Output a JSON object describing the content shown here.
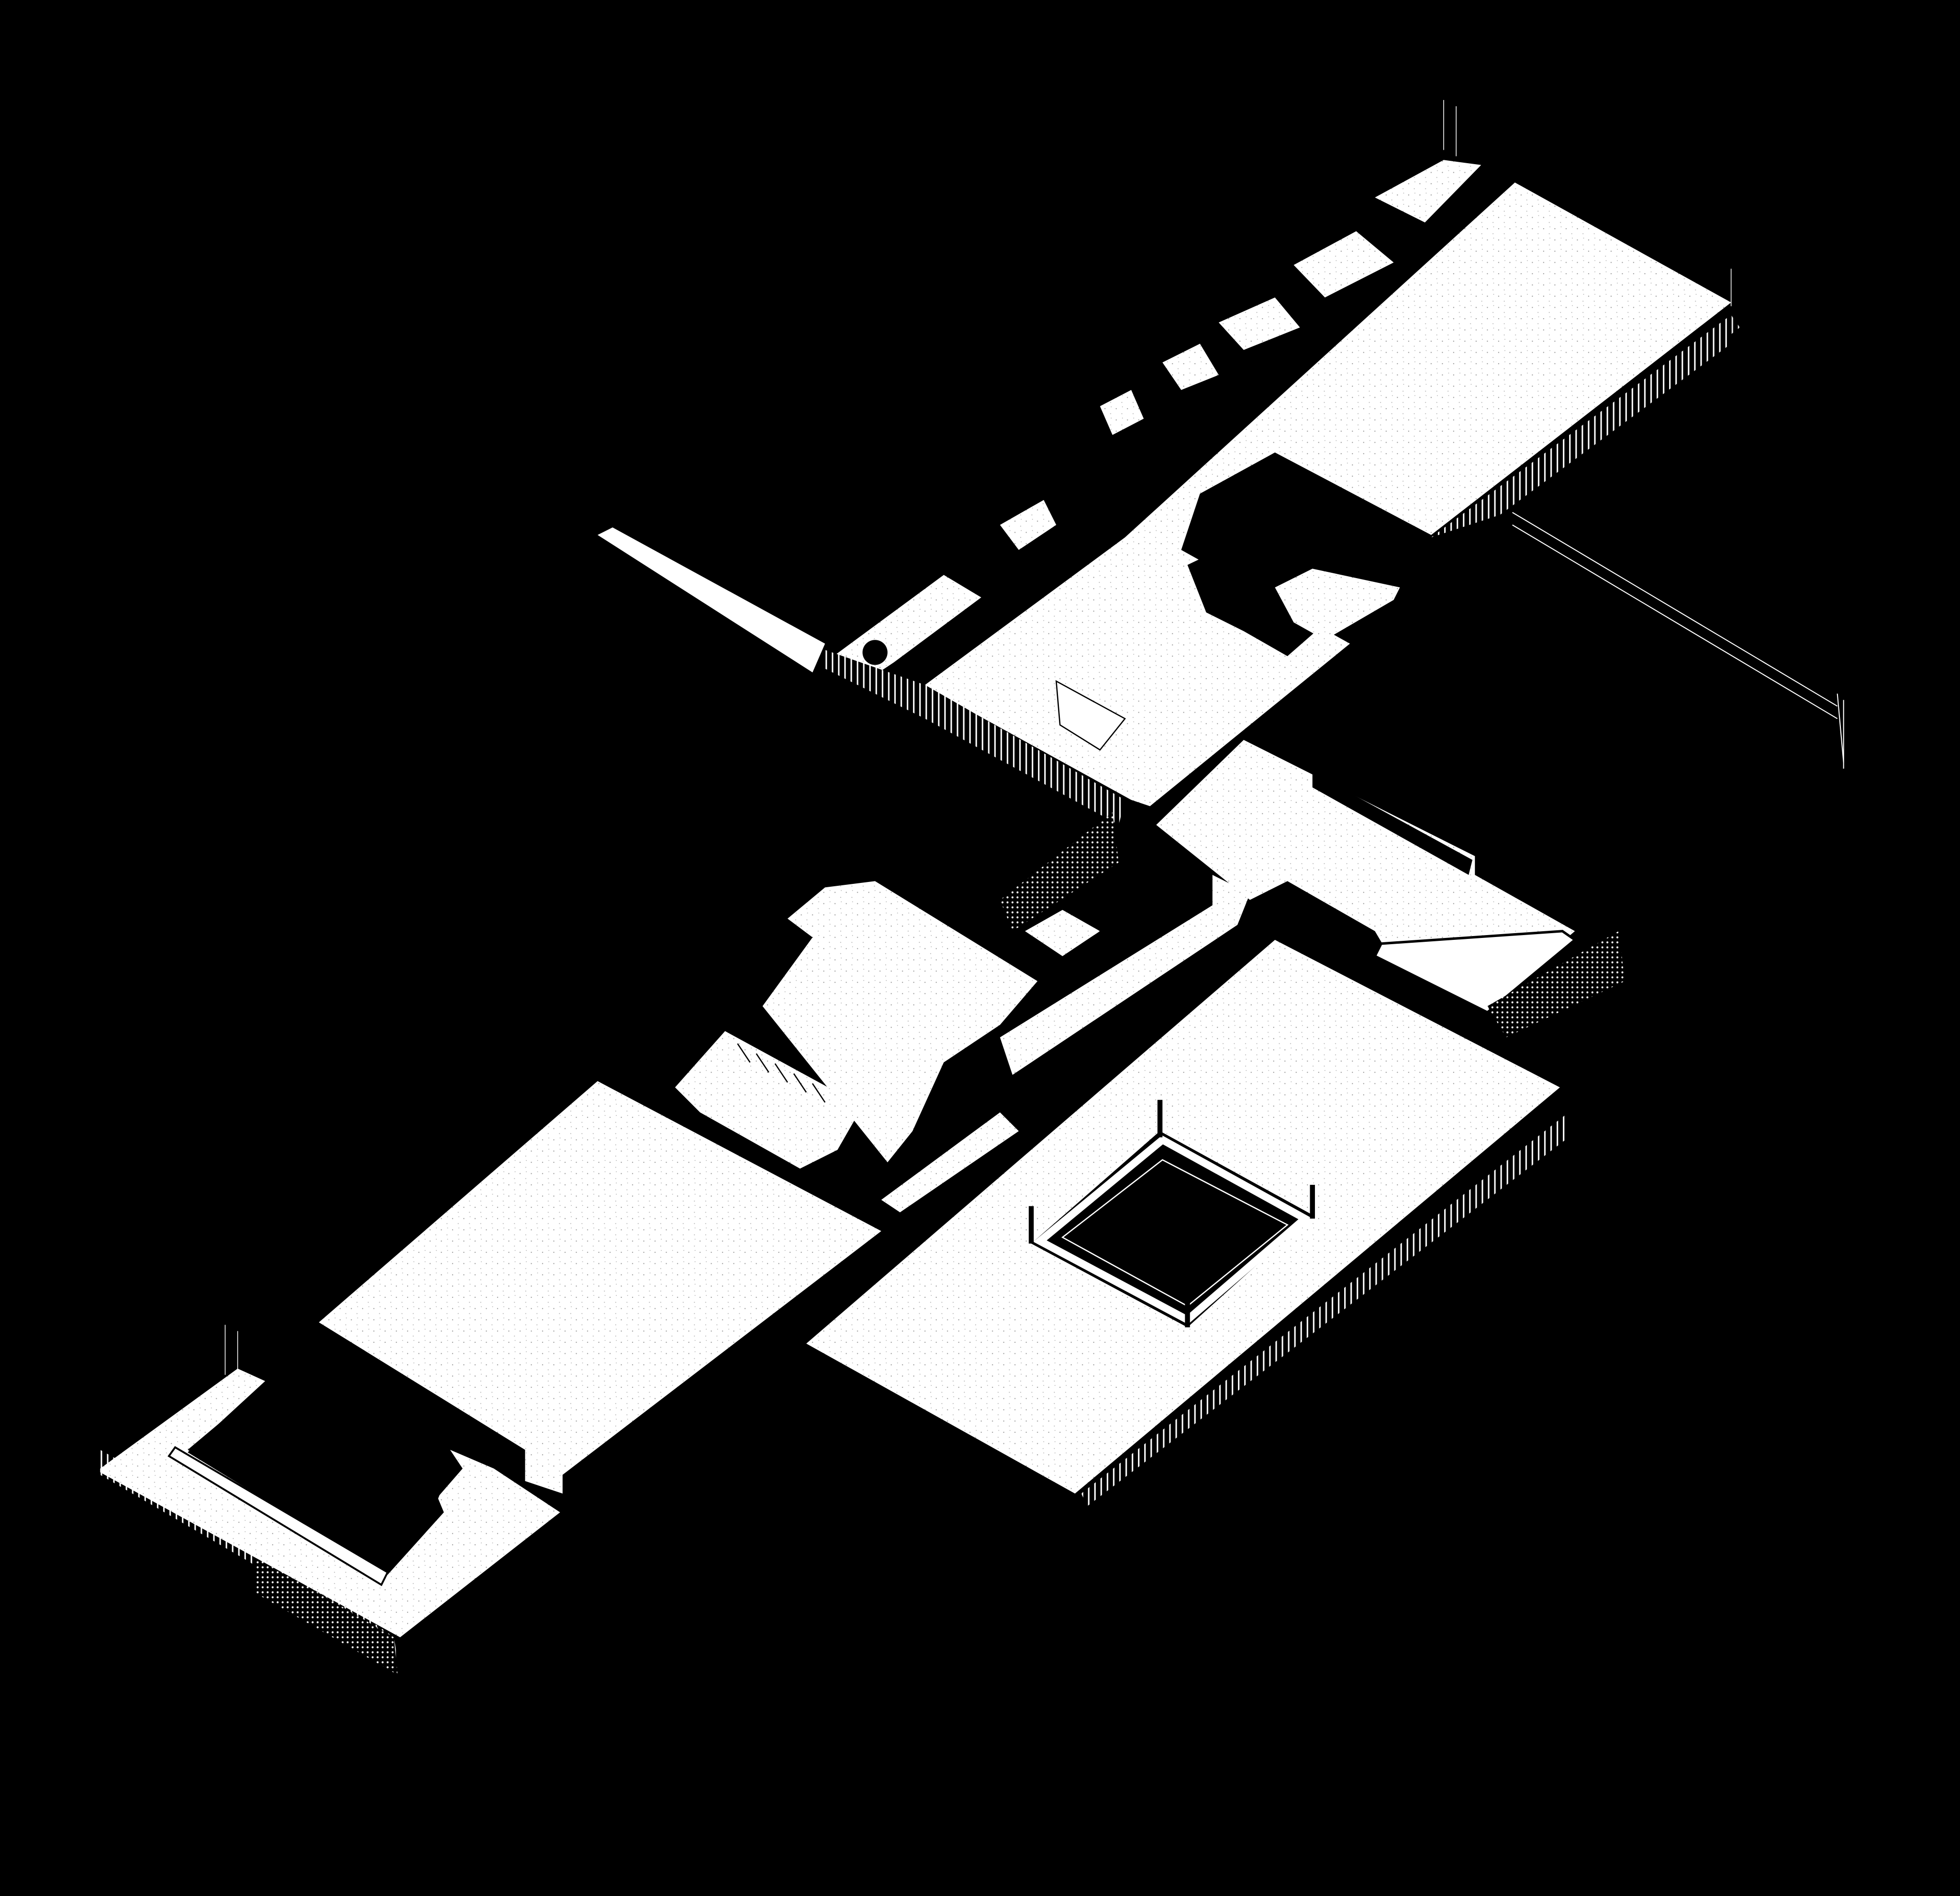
{
  "diagram": {
    "style": "isometric-exploded-floor-plan",
    "colors": {
      "background": "#000000",
      "slab": "#ffffff",
      "line": "#000000",
      "speckle": "#9a9a9a"
    },
    "elements": [
      "north-wing-slab",
      "north-wing-rooms",
      "north-wing-facade",
      "middle-wing-slab",
      "middle-wing-courtyard",
      "south-east-slab",
      "south-east-court",
      "south-west-slab",
      "south-west-wing"
    ]
  }
}
